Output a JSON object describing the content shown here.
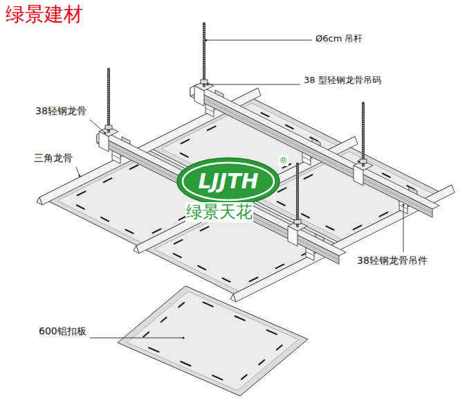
{
  "diagram": {
    "title": "绿景建材",
    "labels": [
      "Ø6cm 吊杆",
      "38 型轻钢龙骨吊码",
      "38轻钢龙骨",
      "三角龙骨",
      "38轻钢龙骨吊件",
      "600铝扣板",
      "LJJTH",
      "®",
      "绿景天花"
    ]
  }
}
